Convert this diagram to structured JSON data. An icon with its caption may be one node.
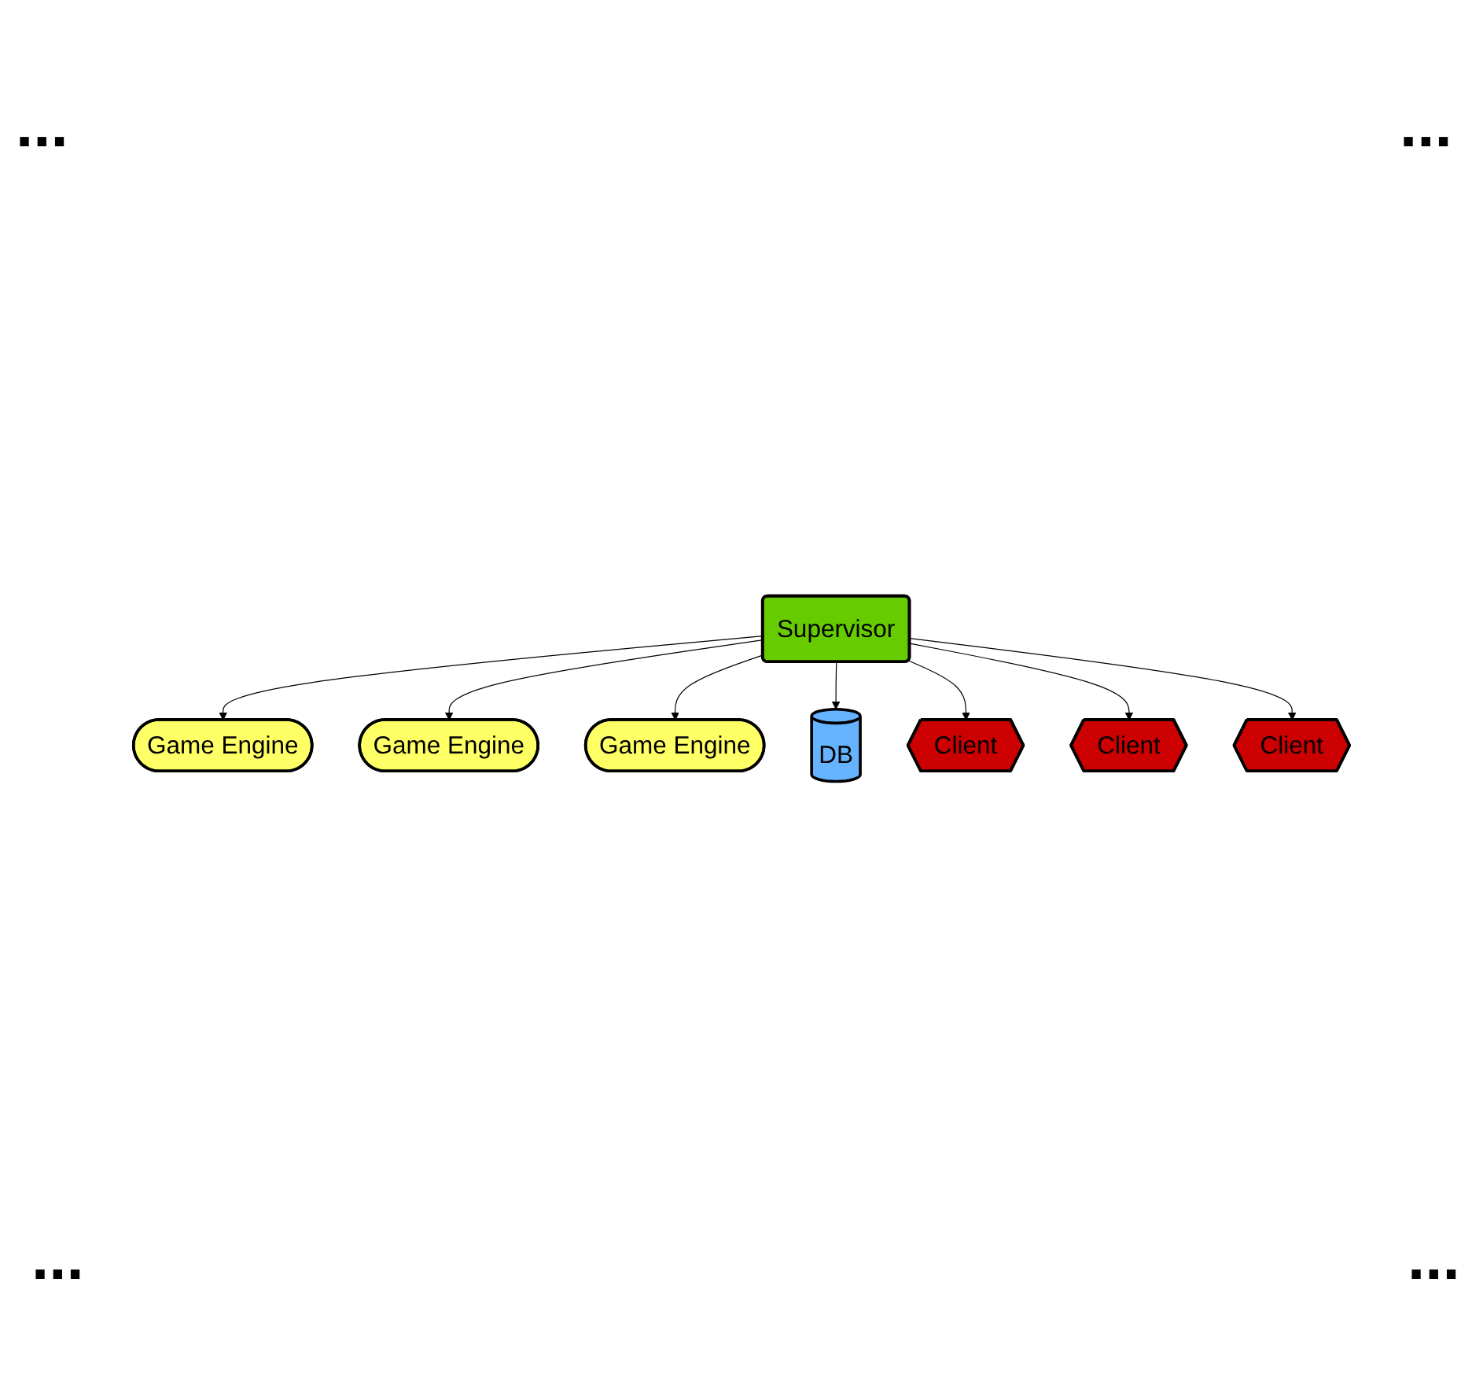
{
  "diagram": {
    "nodes": [
      {
        "text": [
          "Game Engine"
        ]
      },
      {
        "text": [
          "Game Engine"
        ]
      },
      {
        "text": [
          "Game Engine"
        ]
      },
      {
        "text": [
          "DB"
        ]
      },
      {
        "text": [
          "Supervisor"
        ]
      },
      {
        "text": [
          "Client"
        ]
      },
      {
        "text": [
          "Client"
        ]
      },
      {
        "text": [
          "Client"
        ]
      }
    ],
    "edges": [
      {
        "from": 4,
        "to": 0,
        "arrow": "to"
      },
      {
        "from": 4,
        "to": 1,
        "arrow": "to"
      },
      {
        "from": 4,
        "to": 2,
        "arrow": "to"
      },
      {
        "from": 4,
        "to": 3,
        "arrow": "to"
      },
      {
        "from": 4,
        "to": 5,
        "arrow": "to"
      },
      {
        "from": 4,
        "to": 6,
        "arrow": "to"
      },
      {
        "from": 4,
        "to": 7,
        "arrow": "to"
      }
    ],
    "labels": [
      "...",
      "...",
      "...",
      "..."
    ]
  }
}
